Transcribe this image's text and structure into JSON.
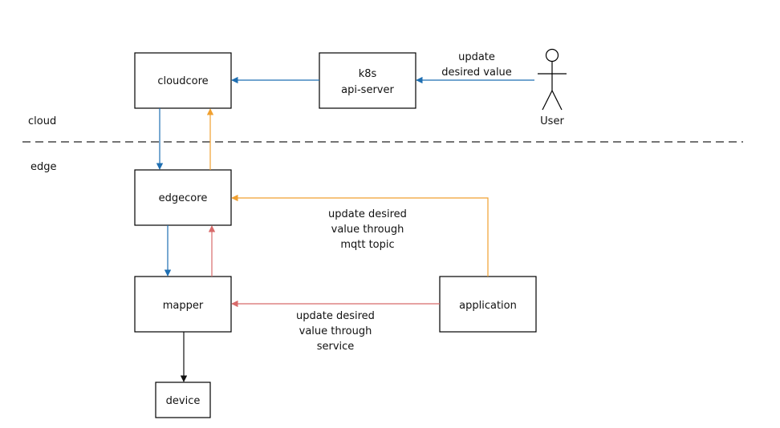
{
  "zones": {
    "cloud": "cloud",
    "edge": "edge"
  },
  "nodes": {
    "cloudcore": "cloudcore",
    "k8s_line1": "k8s",
    "k8s_line2": "api-server",
    "edgecore": "edgecore",
    "mapper": "mapper",
    "application": "application",
    "device": "device",
    "user": "User"
  },
  "labels": {
    "user_update": [
      "update",
      "desired value"
    ],
    "mqtt_update": [
      "update desired",
      "value through",
      "mqtt topic"
    ],
    "service_update": [
      "update desired",
      "value through",
      "service"
    ]
  },
  "colors": {
    "blue": "#1f6fb2",
    "orange": "#f0a030",
    "red": "#d86a6a",
    "black": "#111111"
  }
}
